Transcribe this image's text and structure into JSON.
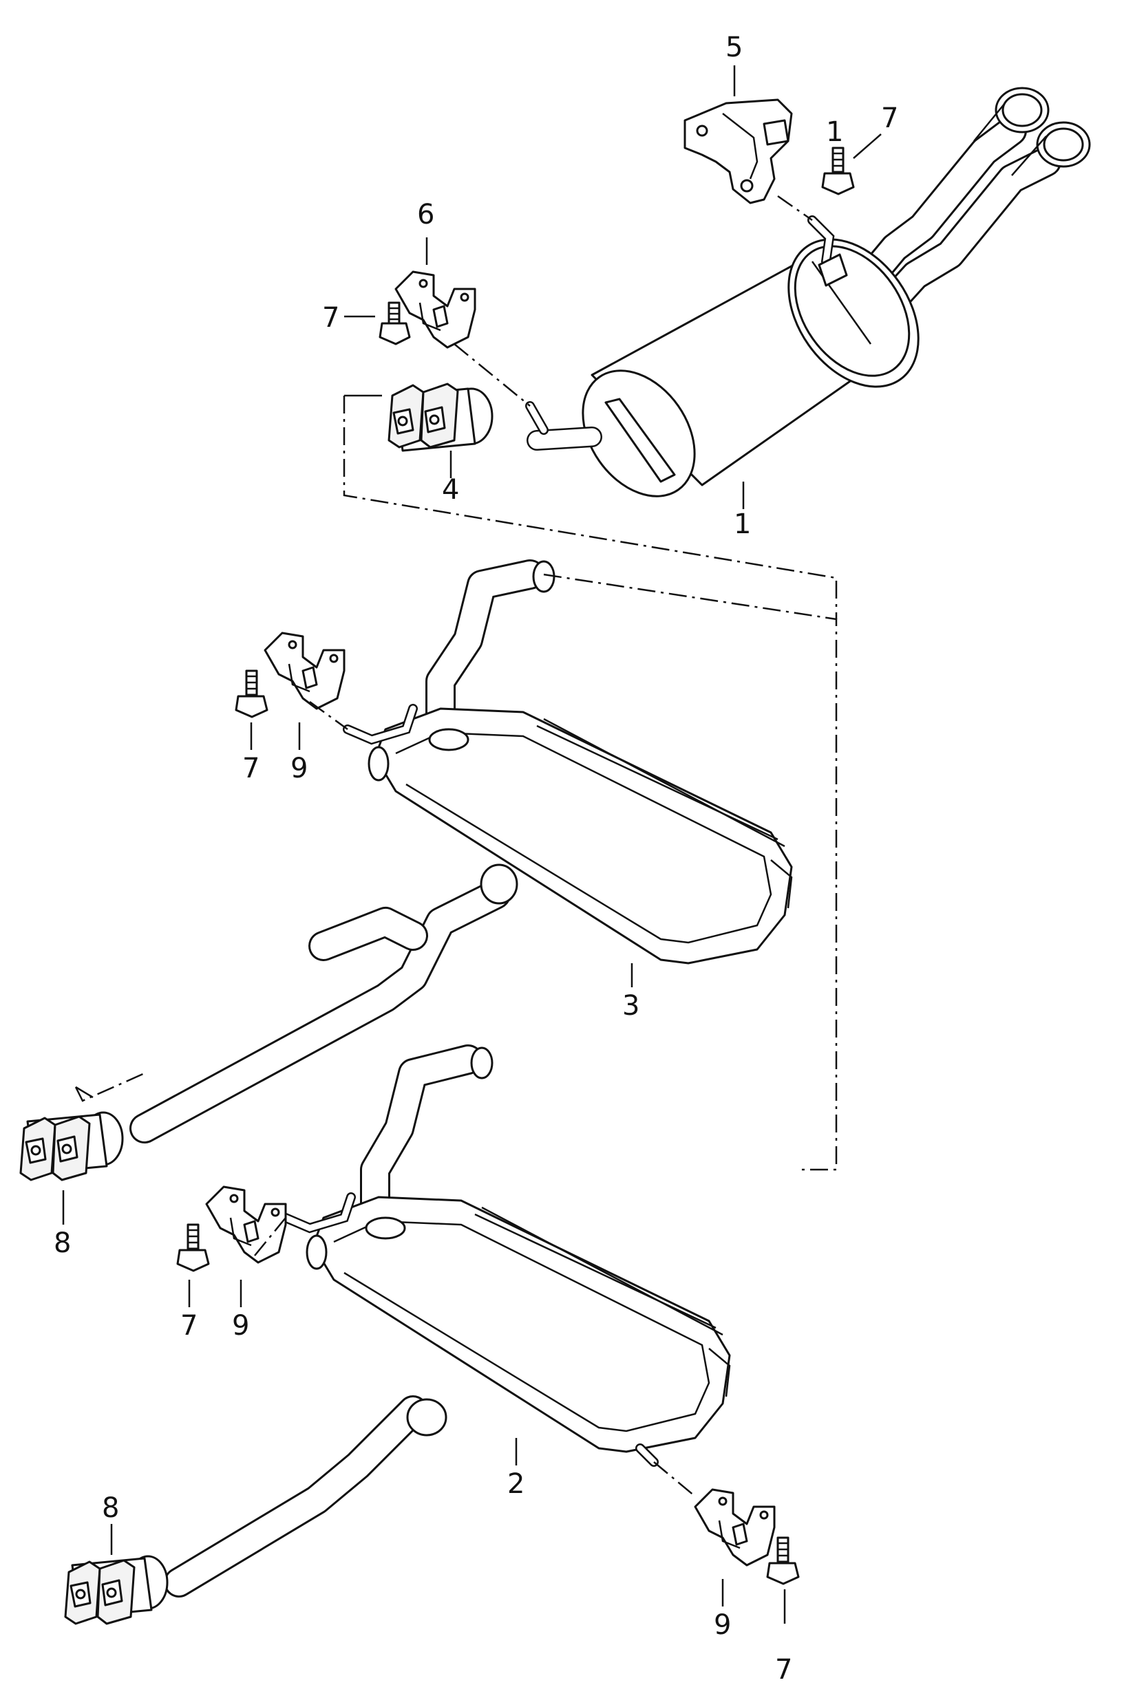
{
  "diagram": {
    "callouts": {
      "c1": "1",
      "c2": "2",
      "c3": "3",
      "c4": "4",
      "c5": "5",
      "c6": "6",
      "c7a": "7",
      "c7b": "7",
      "c7c": "7",
      "c7d": "7",
      "c7e": "7",
      "c8a": "8",
      "c8b": "8",
      "c9a": "9",
      "c9b": "9",
      "c9c": "9",
      "c1b": "1"
    }
  }
}
